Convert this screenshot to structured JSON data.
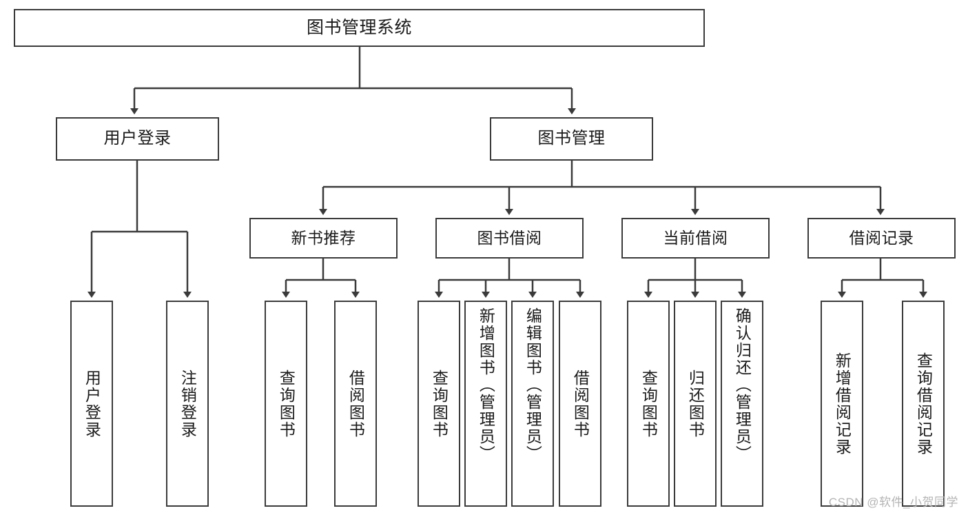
{
  "diagram": {
    "title": "图书管理系统",
    "watermark": "CSDN @软件_小贺同学",
    "line_color": "#3a3a3a",
    "text_color": "#1a1a1a",
    "background": "#ffffff",
    "watermark_color": "#b4b4b4",
    "nodes": {
      "root": {
        "label": "图书管理系统"
      },
      "level2": [
        {
          "label": "用户登录"
        },
        {
          "label": "图书管理"
        }
      ],
      "level3": [
        {
          "label": "新书推荐"
        },
        {
          "label": "图书借阅"
        },
        {
          "label": "当前借阅"
        },
        {
          "label": "借阅记录"
        }
      ],
      "leaves": {
        "user_login": [
          {
            "label": "用户登录"
          },
          {
            "label": "注销登录"
          }
        ],
        "new_book_recommend": [
          {
            "label": "查询图书"
          },
          {
            "label": "借阅图书"
          }
        ],
        "book_borrow": [
          {
            "label": "查询图书"
          },
          {
            "label": "新增图书（管理员）"
          },
          {
            "label": "编辑图书（管理员）"
          },
          {
            "label": "借阅图书"
          }
        ],
        "current_borrow": [
          {
            "label": "查询图书"
          },
          {
            "label": "归还图书"
          },
          {
            "label": "确认归还（管理员）"
          }
        ],
        "borrow_record": [
          {
            "label": "新增借阅记录"
          },
          {
            "label": "查询借阅记录"
          }
        ]
      }
    }
  }
}
